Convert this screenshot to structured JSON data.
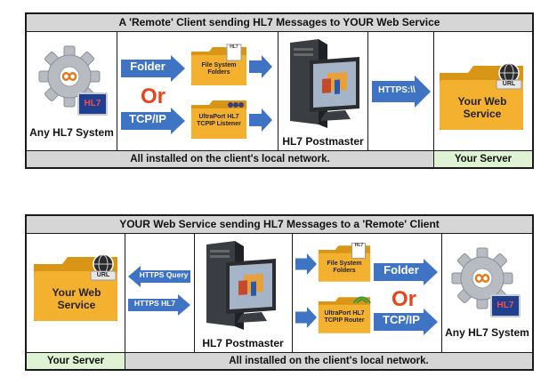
{
  "diagram1": {
    "title": "A 'Remote' Client sending HL7 Messages to YOUR Web Service",
    "source_label": "Any HL7 System",
    "source_badge": "HL7",
    "folder_arrow": "Folder",
    "or_text": "Or",
    "tcpip_arrow": "TCP/IP",
    "fs_folder": "File System Folders",
    "fs_badge": "HL7",
    "listener_folder": "UltraPort HL7 TCPIP Listener",
    "postmaster_label": "HL7 Postmaster",
    "https_arrow": "HTTPS:\\\\",
    "service_folder": "Your Web Service",
    "url_badge": "URL",
    "footer_local": "All installed on the client's local network.",
    "footer_server": "Your Server"
  },
  "diagram2": {
    "title": "YOUR Web Service sending HL7 Messages to a 'Remote' Client",
    "service_folder": "Your Web Service",
    "url_badge": "URL",
    "https_query": "HTTPS Query",
    "https_hl7": "HTTPS HL7",
    "postmaster_label": "HL7 Postmaster",
    "fs_folder": "File System Folders",
    "fs_badge": "HL7",
    "router_folder": "UltraPort HL7 TCPIP Router",
    "folder_arrow": "Folder",
    "or_text": "Or",
    "tcpip_arrow": "TCP/IP",
    "dest_label": "Any HL7 System",
    "dest_badge": "HL7",
    "footer_server": "Your Server",
    "footer_local": "All installed on the client's local network."
  },
  "colors": {
    "arrow_blue": "#3f74c4",
    "folder_orange": "#f3b12f",
    "or_red": "#e8431a",
    "footer_green": "#dff2d3",
    "header_grey": "#d6d6d6"
  }
}
